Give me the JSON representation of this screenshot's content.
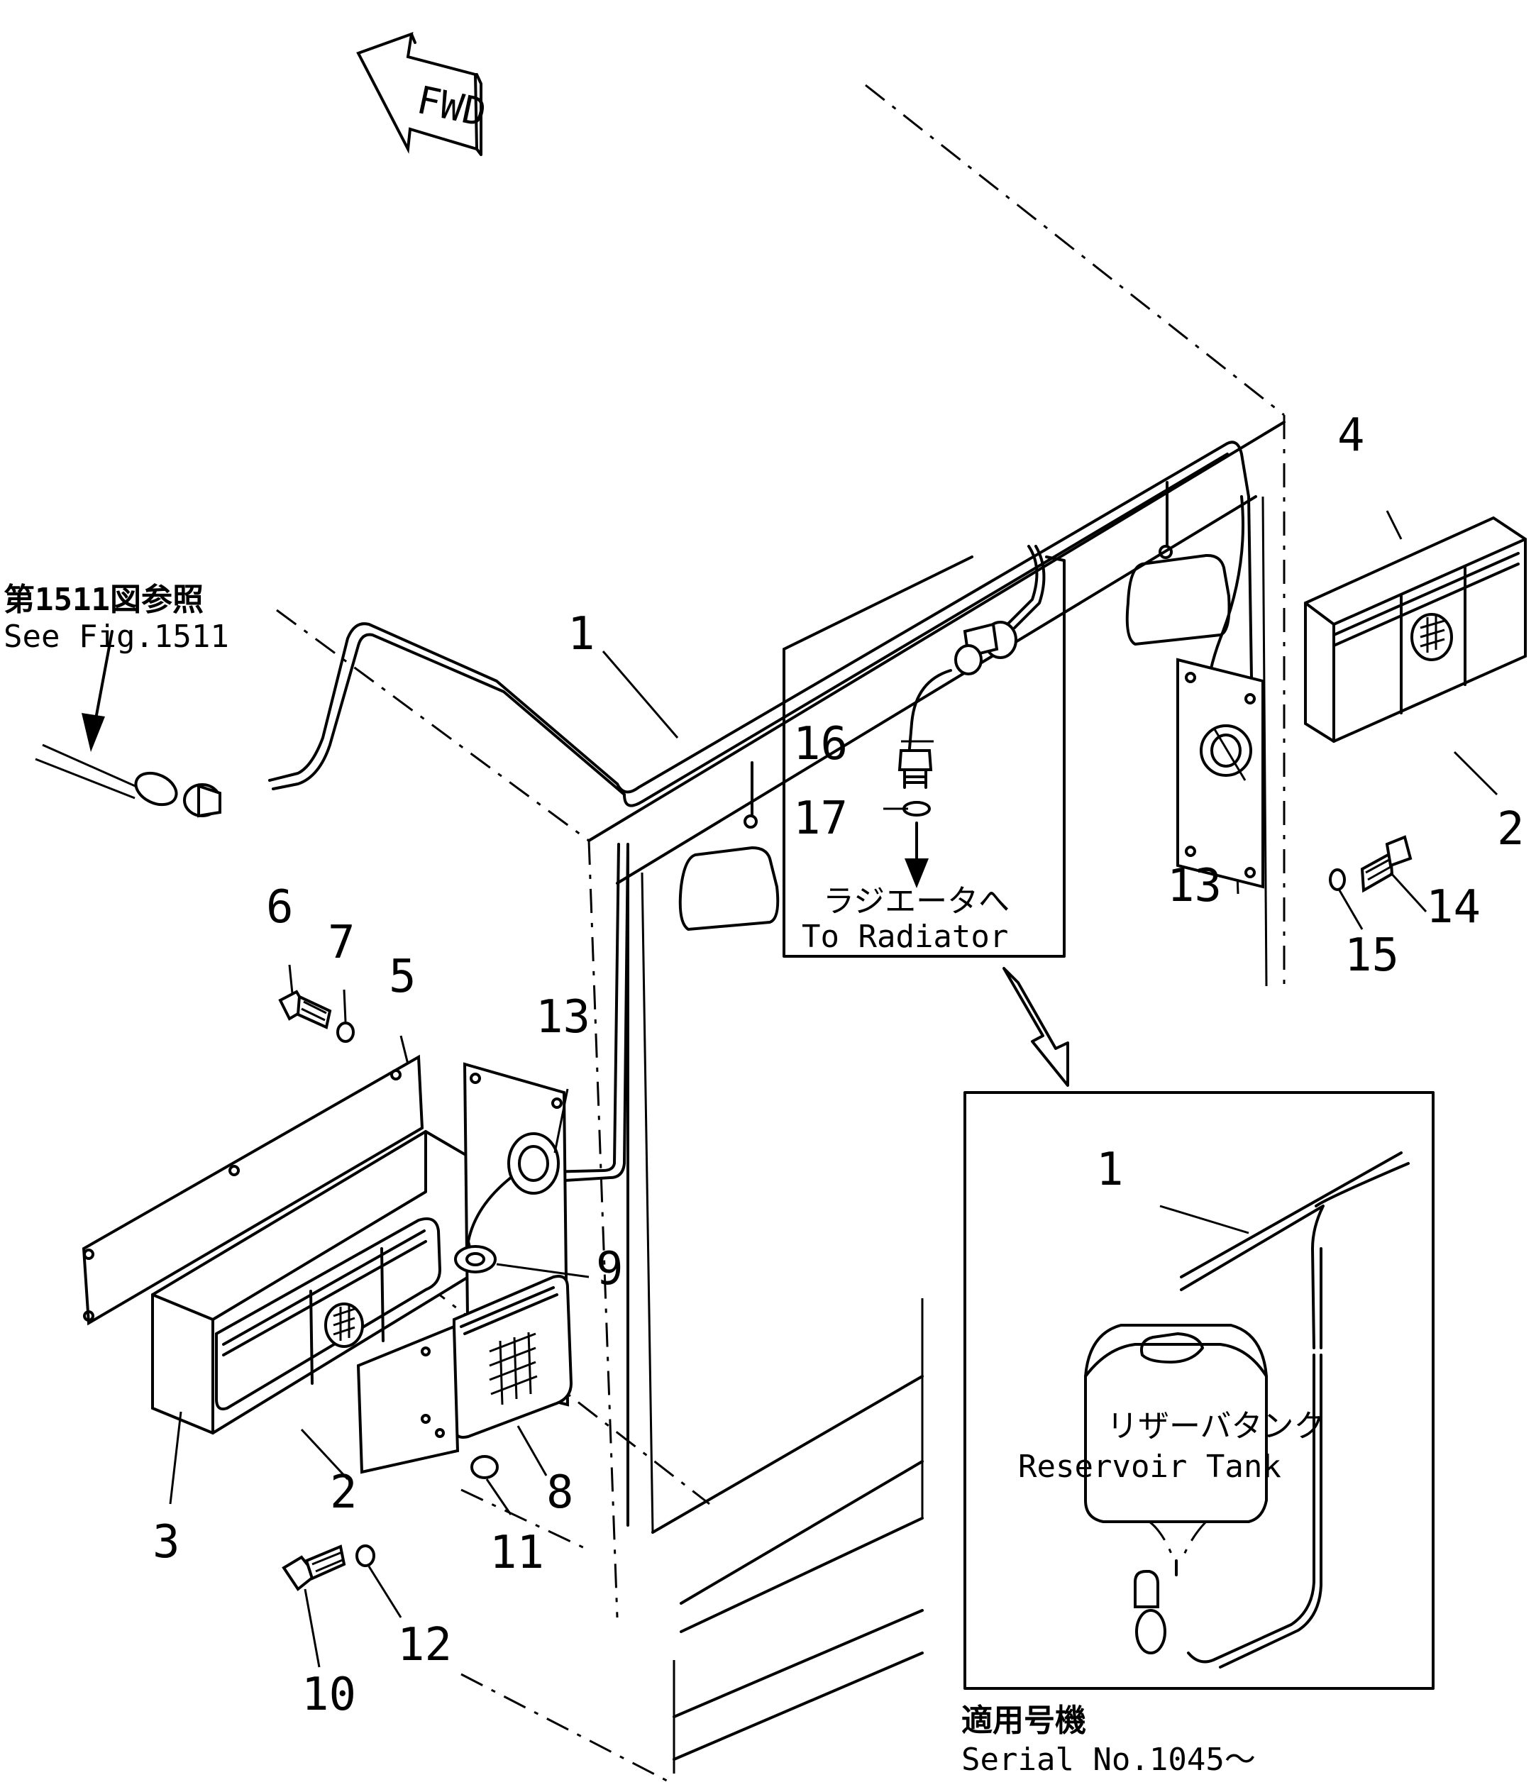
{
  "fwd_label": "FWD",
  "reference_note": {
    "jp": "第1511図参照",
    "en": "See Fig.1511"
  },
  "radiator_note": {
    "jp": "ラジエータへ",
    "en": "To Radiator"
  },
  "reservoir_note": {
    "jp": "リザーバタンク",
    "en": "Reservoir Tank"
  },
  "serial_note": {
    "jp": "適用号機",
    "en": "Serial No.1045～"
  },
  "part_numbers": {
    "p1": "1",
    "p1_inset": "1",
    "p2_right": "2",
    "p2_left": "2",
    "p3": "3",
    "p4": "4",
    "p5": "5",
    "p6": "6",
    "p7": "7",
    "p8": "8",
    "p9": "9",
    "p10": "10",
    "p11": "11",
    "p12": "12",
    "p13_right": "13",
    "p13_left": "13",
    "p14": "14",
    "p15": "15",
    "p16": "16",
    "p17": "17"
  }
}
